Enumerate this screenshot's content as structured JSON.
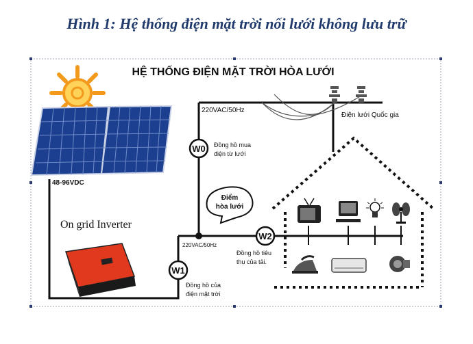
{
  "caption": "Hình 1: Hệ thống điện mặt trời nối lưới không lưu trữ",
  "diagram": {
    "title": "HỆ THỐNG ĐIỆN MẶT TRỜI HÒA LƯỚI",
    "dc_voltage": "48-96VDC",
    "ac_top": "220VAC/50Hz",
    "ac_mid": "220VAC/50Hz",
    "grid_label": "Điện lưới Quốc gia",
    "inverter_label": "On grid Inverter",
    "meters": {
      "w0": {
        "badge": "W0",
        "line1": "Đồng hồ mua",
        "line2": "điện từ lưới"
      },
      "w1": {
        "badge": "W1",
        "line1": "Đồng hồ của",
        "line2": "điện mặt trời"
      },
      "w2": {
        "badge": "W2",
        "line1": "Đồng hồ tiêu",
        "line2": "thụ của tải."
      }
    },
    "bubble": {
      "line1": "Điểm",
      "line2": "hòa lưới"
    }
  }
}
